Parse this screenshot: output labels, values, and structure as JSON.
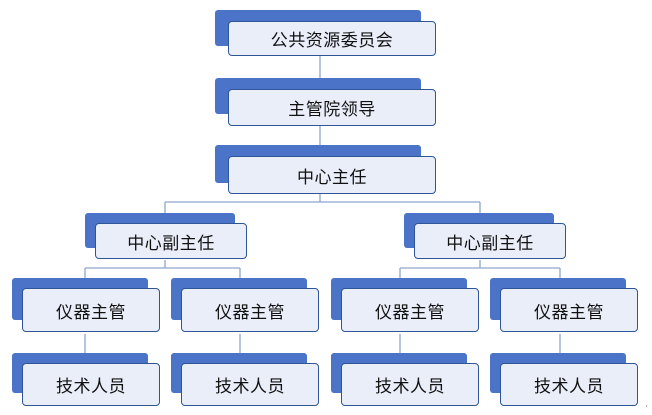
{
  "colors": {
    "box_fill": "#e9eef9",
    "box_border": "#2f5597",
    "box_shadow": "#4b73c8",
    "connector": "#8ea4cc"
  },
  "nodes": {
    "committee": "公共资源委员会",
    "leader": "主管院领导",
    "director": "中心主任",
    "deputy_left": "中心副主任",
    "deputy_right": "中心副主任",
    "instr_1": "仪器主管",
    "instr_2": "仪器主管",
    "instr_3": "仪器主管",
    "instr_4": "仪器主管",
    "tech_1": "技术人员",
    "tech_2": "技术人员",
    "tech_3": "技术人员",
    "tech_4": "技术人员"
  }
}
